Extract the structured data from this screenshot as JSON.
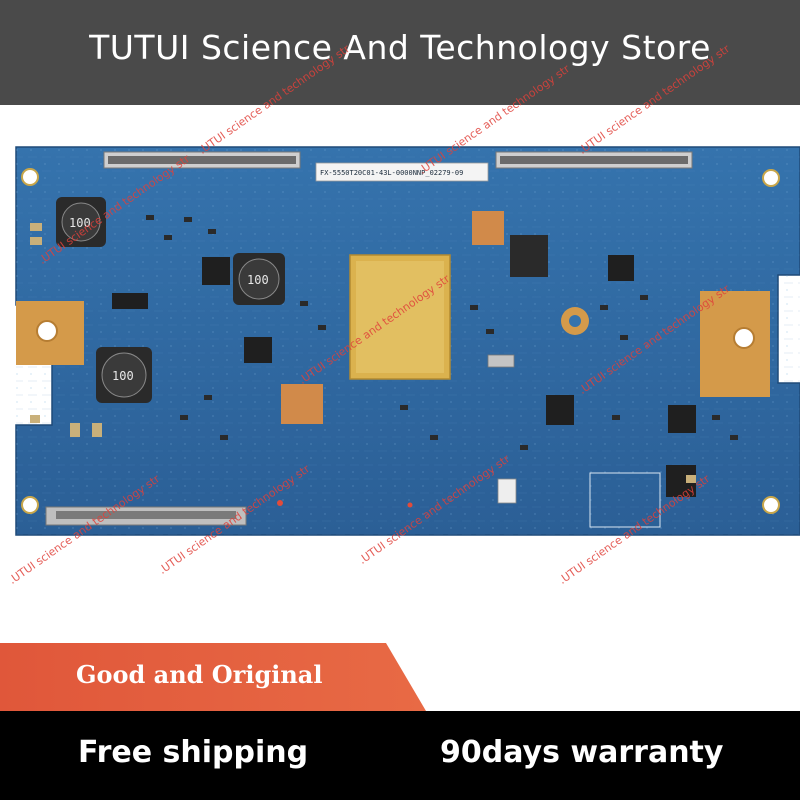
{
  "header": {
    "title": "TUTUI Science And Technology Store"
  },
  "board": {
    "part_number": "FX-5550T20C01-43L-0000NNP_02279-09",
    "inductor_marking": "100"
  },
  "watermark": {
    "text": ".UTUI science and technology str"
  },
  "banner": {
    "text": "Good and Original"
  },
  "footer": {
    "left_text": "Free shipping",
    "right_text": "90days warranty"
  },
  "colors": {
    "header_bg": "#4a4a4a",
    "board_blue": "#2f6aa3",
    "banner_orange": "#e0573a",
    "footer_bg": "#000000",
    "watermark_red": "#e0413a"
  }
}
